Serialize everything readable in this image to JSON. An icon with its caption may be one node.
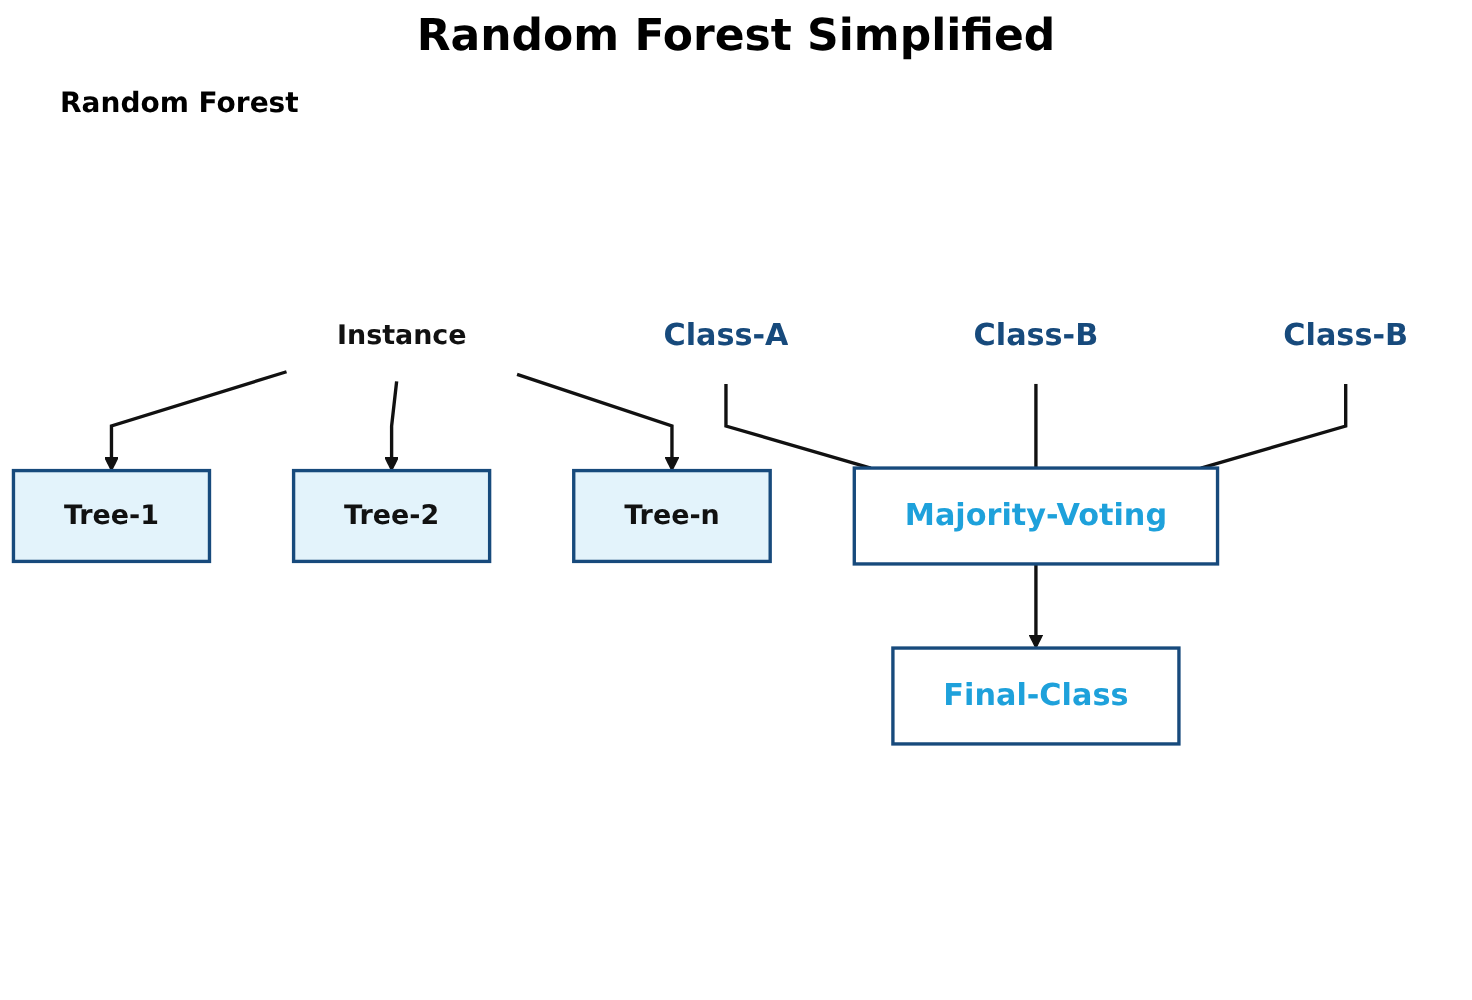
{
  "diagram": {
    "title": "Random Forest Simplified",
    "nodes": [
      {
        "text": [
          "Instance"
        ]
      },
      {
        "text": [
          "Tree-1"
        ]
      },
      {
        "text": [
          "Tree-2"
        ]
      },
      {
        "text": [
          "Tree-n"
        ]
      },
      {
        "text": [
          "Class-A"
        ]
      },
      {
        "text": [
          "Class-B"
        ]
      },
      {
        "text": [
          "Class-B"
        ]
      },
      {
        "text": [
          "Majority-Voting"
        ]
      },
      {
        "text": [
          "Final-Class"
        ]
      }
    ],
    "edges": [
      {
        "from": 0,
        "to": 1,
        "arrow": "to"
      },
      {
        "from": 0,
        "to": 2,
        "arrow": "to"
      },
      {
        "from": 0,
        "to": 3,
        "arrow": "to"
      },
      {
        "from": 4,
        "to": 7,
        "arrow": "none"
      },
      {
        "from": 5,
        "to": 7,
        "arrow": "none"
      },
      {
        "from": 6,
        "to": 7,
        "arrow": "none"
      },
      {
        "from": 7,
        "to": 8,
        "arrow": "to"
      }
    ],
    "labels": [
      "Random Forest"
    ]
  }
}
